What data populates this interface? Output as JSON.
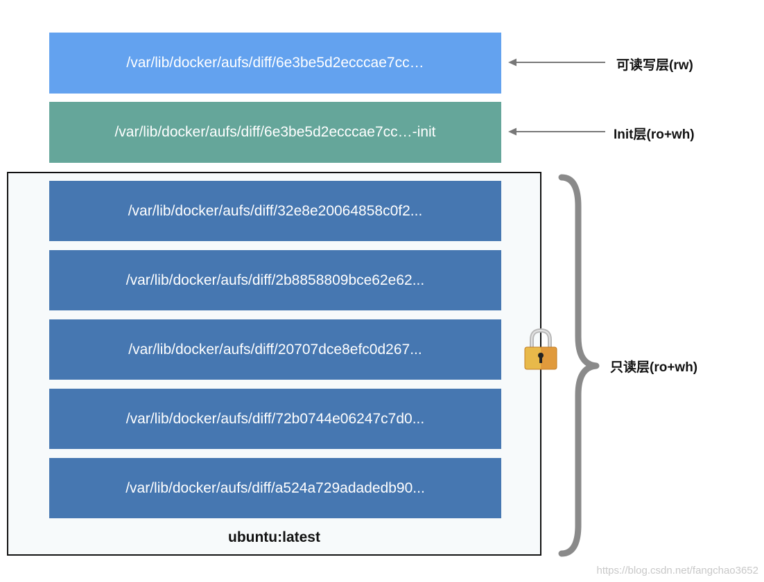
{
  "colors": {
    "rw_layer": "#63a2ef",
    "init_layer": "#65a69a",
    "ro_layer": "#4677b1",
    "image_box_background": "#f7fafb",
    "brace": "#8a8a8a"
  },
  "layers": {
    "rw": "/var/lib/docker/aufs/diff/6e3be5d2ecccae7cc…",
    "init": "/var/lib/docker/aufs/diff/6e3be5d2ecccae7cc…-init",
    "readonly": [
      "/var/lib/docker/aufs/diff/32e8e20064858c0f2...",
      "/var/lib/docker/aufs/diff/2b8858809bce62e62...",
      "/var/lib/docker/aufs/diff/20707dce8efc0d267...",
      "/var/lib/docker/aufs/diff/72b0744e06247c7d0...",
      "/var/lib/docker/aufs/diff/a524a729adadedb90..."
    ]
  },
  "image_label": "ubuntu:latest",
  "side_labels": {
    "rw": "可读写层(rw)",
    "init": "Init层(ro+wh)",
    "readonly": "只读层(ro+wh)"
  },
  "icons": {
    "arrow": "left-arrow-icon",
    "brace": "curly-brace-icon",
    "lock": "lock-icon"
  },
  "watermark": "https://blog.csdn.net/fangchao3652"
}
